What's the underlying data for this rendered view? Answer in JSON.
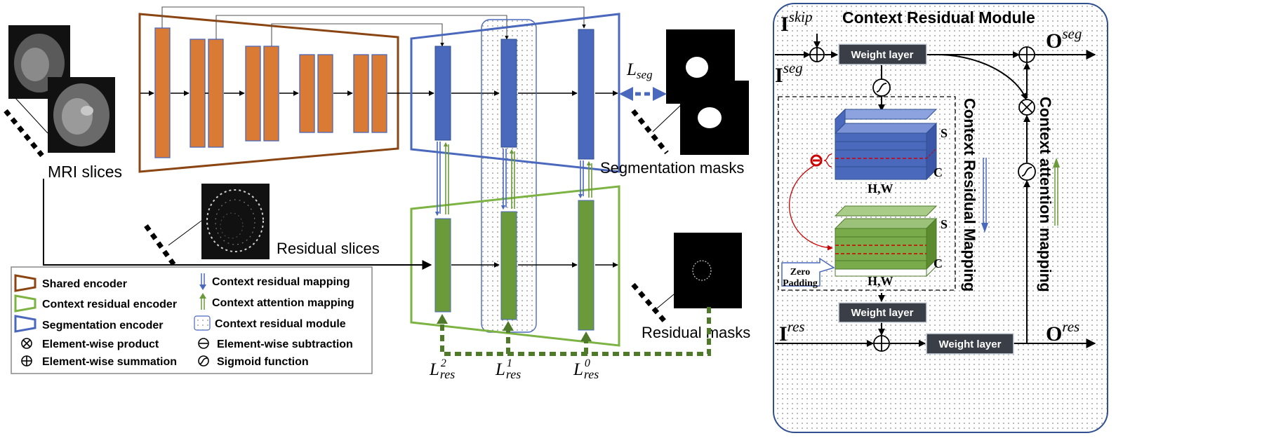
{
  "labels": {
    "mri_slices": "MRI slices",
    "residual_slices": "Residual slices",
    "segmentation_masks": "Segmentation masks",
    "residual_masks": "Residual masks",
    "loss_seg_sym": "L",
    "loss_seg_sub": "seg",
    "loss_res_sym": "L",
    "loss_res_sub": "res",
    "loss_res_sup": [
      "2",
      "1",
      "0"
    ]
  },
  "legend": {
    "shared_encoder": "Shared encoder",
    "context_residual_encoder": "Context residual encoder",
    "segmentation_encoder": "Segmentation encoder",
    "element_product": "Element-wise product",
    "element_summation": "Element-wise summation",
    "context_residual_mapping": "Context residual mapping",
    "context_attention_mapping": "Context attention mapping",
    "context_residual_module": "Context residual module",
    "element_subtraction": "Element-wise subtraction",
    "sigmoid": "Sigmoid function"
  },
  "module": {
    "title": "Context Residual Module",
    "i_symbol": "I",
    "o_symbol": "O",
    "skip": "skip",
    "seg": "seg",
    "res": "res",
    "weight_layer": "Weight layer",
    "context_residual_mapping": "Context Residual Mapping",
    "context_attention_mapping": "Context attention mapping",
    "zero_padding_line1": "Zero",
    "zero_padding_line2": "Padding",
    "cube_s": "S",
    "cube_c": "C",
    "cube_hw": "H,W"
  },
  "colors": {
    "shared_encoder": "#8b4513",
    "encoder_block": "#d97b35",
    "segmentation": "#4a69bd",
    "context_residual": "#6a9a3a",
    "loss_dashed": "#4e7a2a",
    "module_border": "#2f4f8f",
    "weight_layer": "#3a3f47",
    "subtraction_red": "#cc0000"
  }
}
